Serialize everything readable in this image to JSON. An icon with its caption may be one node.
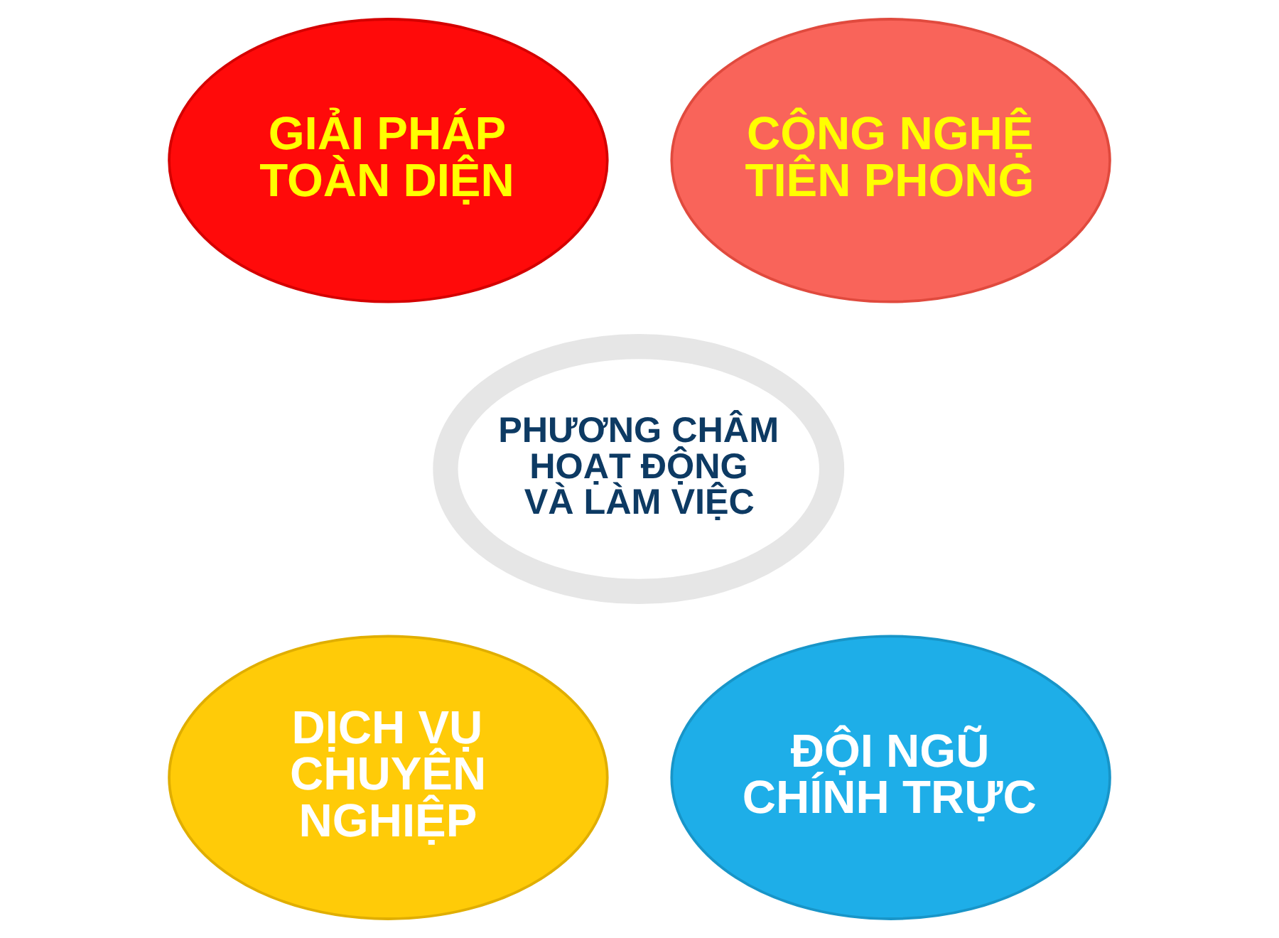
{
  "diagram": {
    "nodes": [
      {
        "text": [
          "GIẢI PHÁP TOÀN DIỆN"
        ]
      },
      {
        "text": [
          "CÔNG NGHỆ TIÊN PHONG"
        ]
      },
      {
        "text": [
          "PHƯƠNG CHÂM HOẠT ĐỘNG VÀ LÀM VIỆC"
        ]
      },
      {
        "text": [
          "DỊCH VỤ CHUYÊN NGHIỆP"
        ]
      },
      {
        "text": [
          "ĐỘI NGŨ CHÍNH TRỰC"
        ]
      }
    ],
    "edges": []
  }
}
